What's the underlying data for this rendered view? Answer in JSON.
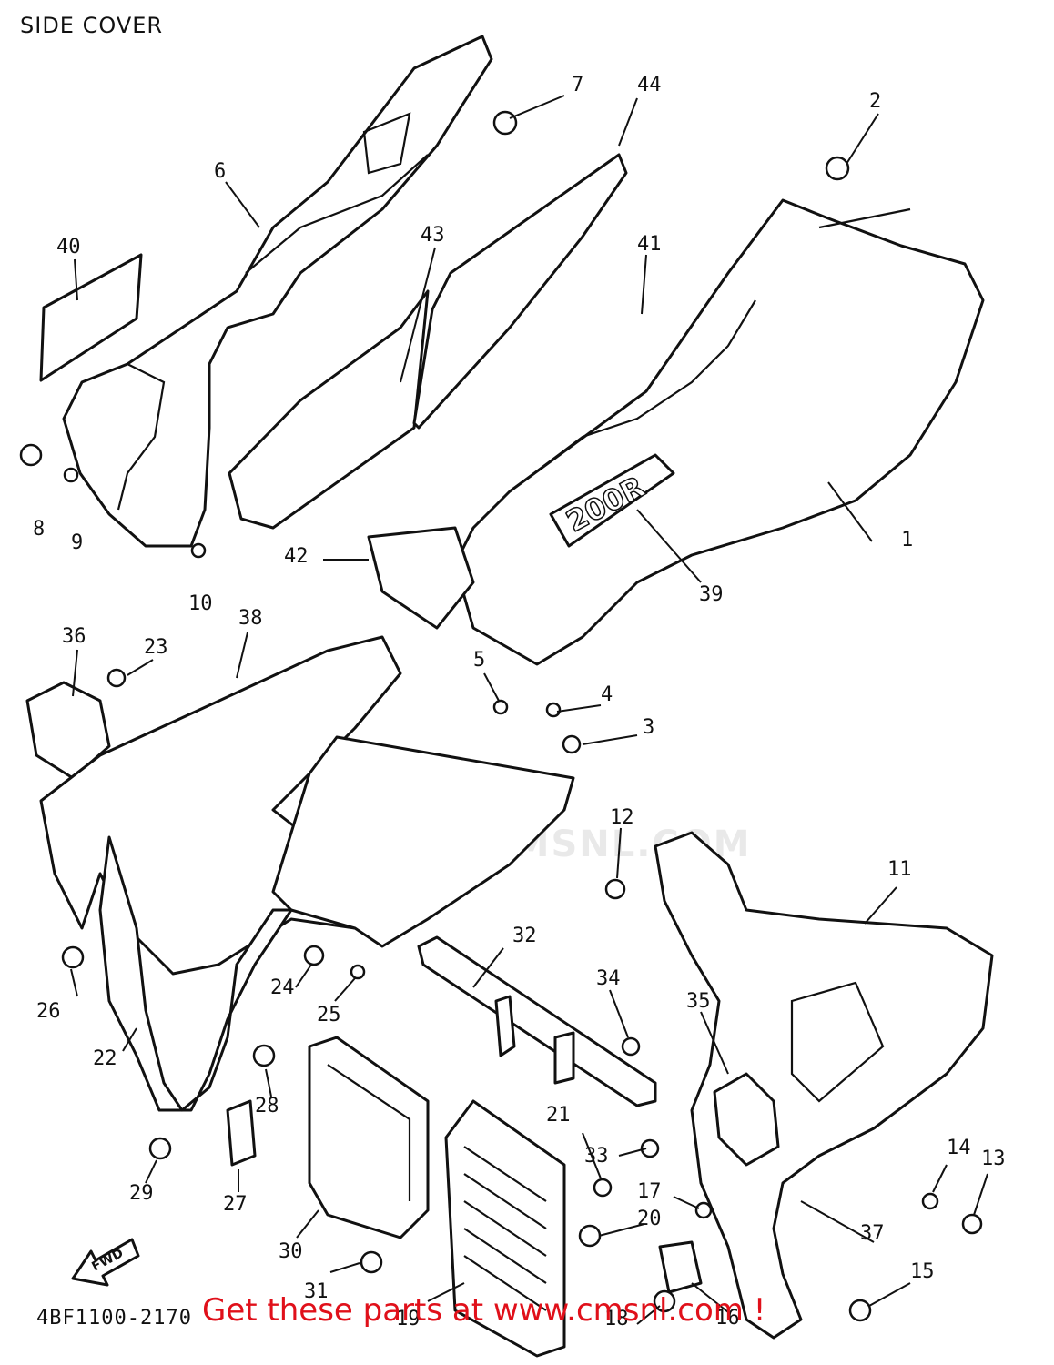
{
  "title": "SIDE COVER",
  "diagram_code": "4BF1100-2170",
  "promo_link": "Get these parts at www.cmsnl.com !",
  "watermark": "WWW.CMSNL.COM",
  "decal_text": "200R",
  "fwd_label": "FWD",
  "colors": {
    "promo": "#e0101a",
    "line": "#111111",
    "watermark": "#e9e9e9"
  },
  "callouts": [
    {
      "n": "1"
    },
    {
      "n": "2"
    },
    {
      "n": "3"
    },
    {
      "n": "4"
    },
    {
      "n": "5"
    },
    {
      "n": "6"
    },
    {
      "n": "7"
    },
    {
      "n": "8"
    },
    {
      "n": "9"
    },
    {
      "n": "10"
    },
    {
      "n": "11"
    },
    {
      "n": "12"
    },
    {
      "n": "13"
    },
    {
      "n": "14"
    },
    {
      "n": "15"
    },
    {
      "n": "16"
    },
    {
      "n": "17"
    },
    {
      "n": "18"
    },
    {
      "n": "19"
    },
    {
      "n": "20"
    },
    {
      "n": "21"
    },
    {
      "n": "22"
    },
    {
      "n": "23"
    },
    {
      "n": "24"
    },
    {
      "n": "25"
    },
    {
      "n": "26"
    },
    {
      "n": "27"
    },
    {
      "n": "28"
    },
    {
      "n": "29"
    },
    {
      "n": "30"
    },
    {
      "n": "31"
    },
    {
      "n": "32"
    },
    {
      "n": "33"
    },
    {
      "n": "34"
    },
    {
      "n": "35"
    },
    {
      "n": "36"
    },
    {
      "n": "37"
    },
    {
      "n": "38"
    },
    {
      "n": "39"
    },
    {
      "n": "40"
    },
    {
      "n": "41"
    },
    {
      "n": "42"
    },
    {
      "n": "43"
    },
    {
      "n": "44"
    }
  ]
}
